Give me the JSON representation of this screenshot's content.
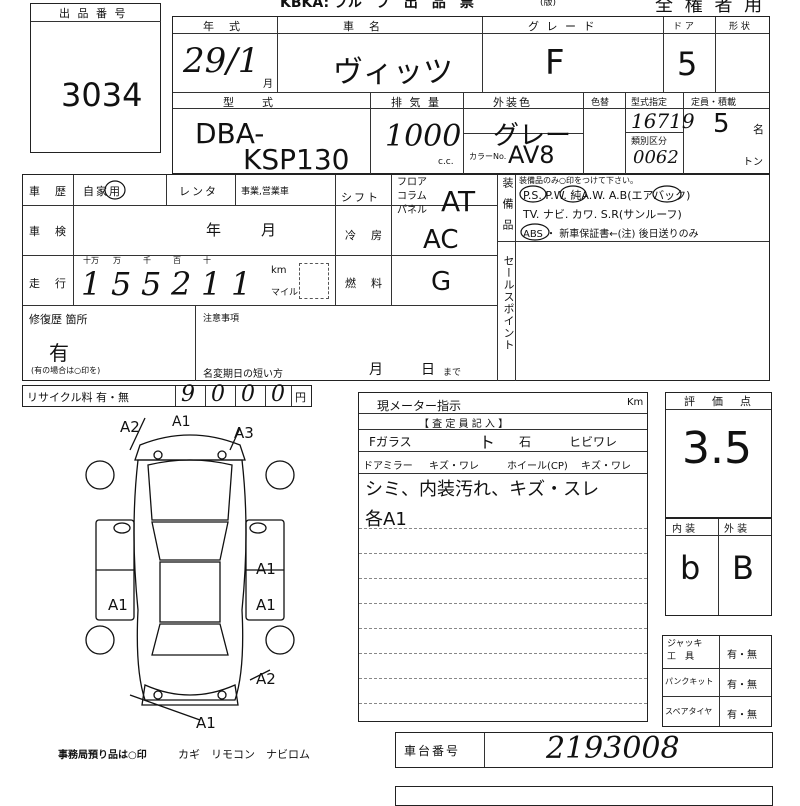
{
  "header": {
    "title_partial": "KBKA: ブル　ブ　出　品　票",
    "mark_small": "(版)",
    "right_title": "全 権 者 用"
  },
  "lot": {
    "label": "出 品 番 号",
    "value": "3034"
  },
  "row1": {
    "year_label": "年　式",
    "year_value": "29/1",
    "year_unit": "月",
    "name_label": "車　名",
    "name_value": "ヴィッツ",
    "grade_label": "グ レ ー ド",
    "grade_value": "F",
    "door_label": "ド ア",
    "door_value": "5",
    "shape_label": "形 状"
  },
  "row2": {
    "model_label": "型　　式",
    "model_value_1": "DBA-",
    "model_value_2": "KSP130",
    "cc_label": "排 気 量",
    "cc_value": "1000",
    "cc_unit": "c.c.",
    "color_label": "外装色",
    "color_value": "グレー",
    "color_code_label": "カラーNo.",
    "color_code_value": "AV8",
    "paint_label": "色替",
    "spec_label": "型式指定",
    "spec_value": "16719",
    "class_label": "類別区分",
    "class_value": "0062",
    "cap_label": "定員・積載",
    "cap_value": "5",
    "cap_unit": "名",
    "load_unit": "トン"
  },
  "row3": {
    "history_label": "車　歴",
    "history_options": "自家用",
    "rental": "レンタ",
    "business": "事業,営業車",
    "shift_label": "シフト",
    "shift_options": [
      "フロア",
      "コラム",
      "パネル"
    ],
    "shift_value": "AT",
    "equip_label": "装備品",
    "equip_note": "装備品のみ○印をつけて下さい。",
    "equip_line1": "P.S. P.W. 純A.W. A.B(エアバック)",
    "equip_line2": "TV. ナビ. カワ. S.R(サンルーフ)",
    "equip_line3": "ABS ・ 新車保証書←(注) 後日送りのみ"
  },
  "row4": {
    "inspection_label": "車　検",
    "year": "年",
    "month": "月",
    "ac_label": "冷　房",
    "ac_value": "AC"
  },
  "row5": {
    "mileage_label": "走　行",
    "digits_header": [
      "十万",
      "万",
      "千",
      "百",
      "十",
      ""
    ],
    "mileage_digits": [
      "1",
      "5",
      "5",
      "2",
      "1",
      "1"
    ],
    "km": "km",
    "mile": "マイル",
    "fuel_label": "燃　料",
    "fuel_value": "G"
  },
  "sales_point_label": "セールスポイント",
  "repair": {
    "label": "修復歴 箇所",
    "value": "有",
    "note": "(有の場合は○印を)"
  },
  "notes": {
    "label": "注意事項",
    "short_label": "名変期日の短い方",
    "month": "月",
    "day": "日",
    "until": "まで"
  },
  "recycle": {
    "label": "リサイクル料 有・無",
    "digits": [
      "9",
      "0",
      "0",
      "0"
    ],
    "unit": "円"
  },
  "meter": {
    "label": "現メーター指示",
    "unit": "Km"
  },
  "inspector": {
    "header": "【 査 定 員 記 入 】",
    "f_glass": "Fガラス",
    "f_glass_val": "ト",
    "stone": "石",
    "crack": "ヒビワレ",
    "door_mirror": "ドアミラー",
    "mirror_opts": "キズ・ワレ",
    "wheel": "ホイール(CP)",
    "wheel_opts": "キズ・ワレ",
    "comment1": "シミ、内装汚れ、キズ・スレ",
    "comment2": "各A1"
  },
  "score": {
    "label": "評　価　点",
    "value": "3.5",
    "interior_label": "内 装",
    "exterior_label": "外 装",
    "interior_value": "b",
    "exterior_value": "B"
  },
  "tools": [
    {
      "label": "ジャッキ\n工　具",
      "value": "有・無"
    },
    {
      "label": "パンクキット",
      "value": "有・無"
    },
    {
      "label": "スペアタイヤ",
      "value": "有・無"
    }
  ],
  "diagram": {
    "marks": [
      "A2",
      "A1",
      "A3",
      "A1",
      "A1",
      "A2",
      "A1",
      "A1"
    ]
  },
  "footer": {
    "keep_label": "事務局預り品は○印",
    "items": "カギ　リモコン　ナビロム",
    "chassis_label": "車台番号",
    "chassis_value": "2193008"
  }
}
